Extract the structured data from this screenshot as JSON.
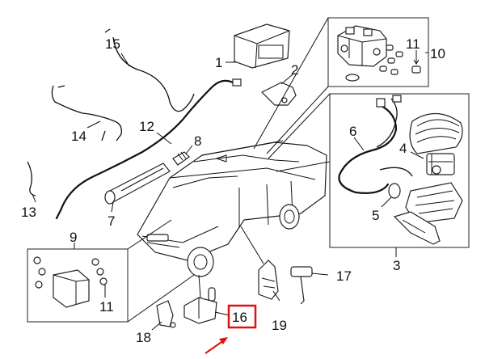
{
  "callouts": {
    "c1": "1",
    "c2": "2",
    "c3": "3",
    "c4": "4",
    "c5": "5",
    "c6": "6",
    "c7": "7",
    "c8": "8",
    "c9": "9",
    "c10": "10",
    "c11a": "11",
    "c11b": "11",
    "c12": "12",
    "c13": "13",
    "c14": "14",
    "c15": "15",
    "c16": "16",
    "c17": "17",
    "c18": "18",
    "c19": "19"
  },
  "colors": {
    "highlight": "#e01010",
    "ink": "#111111"
  }
}
